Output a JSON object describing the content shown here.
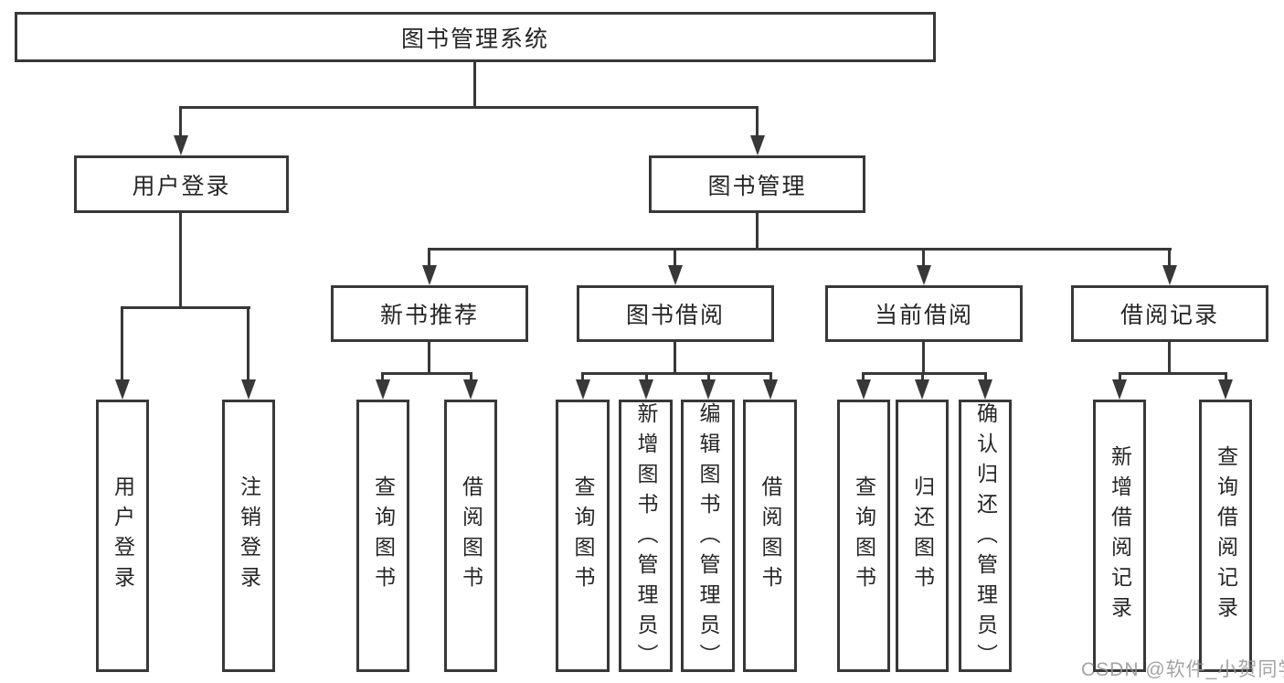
{
  "tree": {
    "label": "图书管理系统",
    "children": [
      {
        "label": "用户登录",
        "children": [
          {
            "label": "用户登录"
          },
          {
            "label": "注销登录"
          }
        ]
      },
      {
        "label": "图书管理",
        "children": [
          {
            "label": "新书推荐",
            "children": [
              {
                "label": "查询图书"
              },
              {
                "label": "借阅图书"
              }
            ]
          },
          {
            "label": "图书借阅",
            "children": [
              {
                "label": "查询图书"
              },
              {
                "label": "新增图书（管理员）"
              },
              {
                "label": "编辑图书（管理员）"
              },
              {
                "label": "借阅图书"
              }
            ]
          },
          {
            "label": "当前借阅",
            "children": [
              {
                "label": "查询图书"
              },
              {
                "label": "归还图书"
              },
              {
                "label": "确认归还（管理员）"
              }
            ]
          },
          {
            "label": "借阅记录",
            "children": [
              {
                "label": "新增借阅记录"
              },
              {
                "label": "查询借阅记录"
              }
            ]
          }
        ]
      }
    ]
  },
  "watermark": {
    "text": "CSDN @软件_小贺同学"
  },
  "colors": {
    "line": "#383838",
    "text": "#262626",
    "watermark": "#949494",
    "background": "#ffffff"
  }
}
